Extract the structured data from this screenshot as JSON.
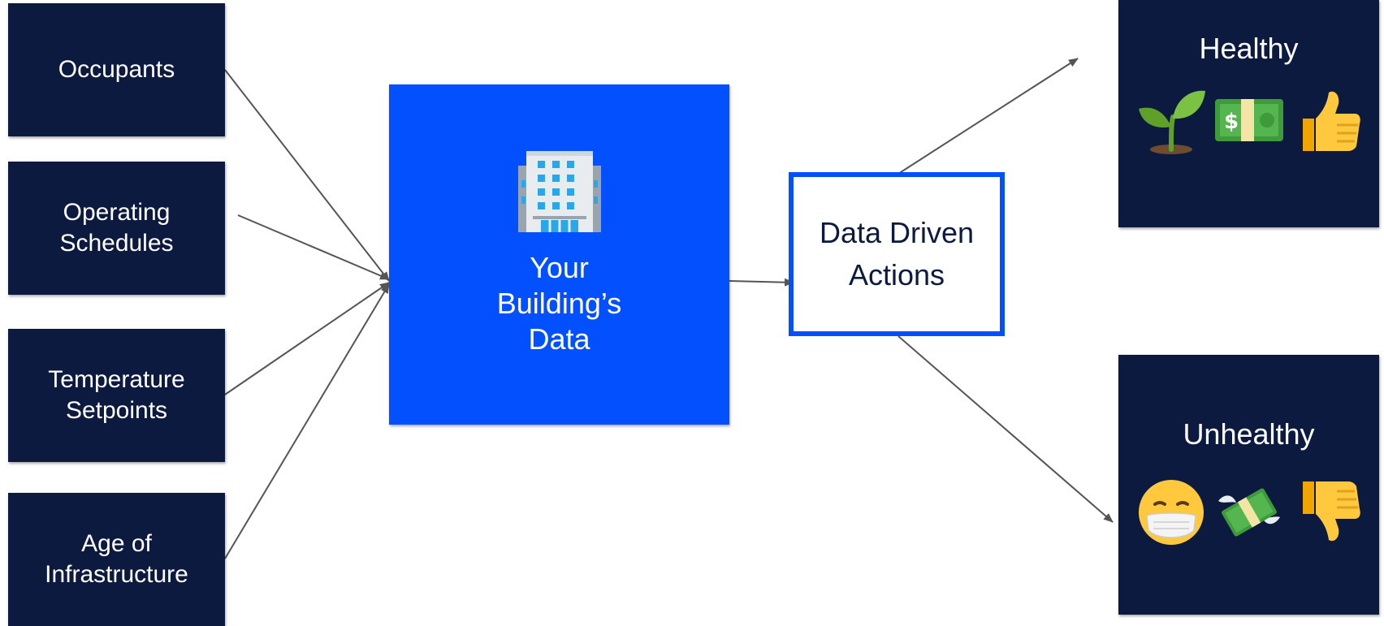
{
  "inputs": {
    "occupants": "Occupants",
    "schedules_l1": "Operating",
    "schedules_l2": "Schedules",
    "setpoints_l1": "Temperature",
    "setpoints_l2": "Setpoints",
    "age_l1": "Age of",
    "age_l2": "Infrastructure"
  },
  "center": {
    "l1": "Your",
    "l2": "Building’s",
    "l3": "Data",
    "icon": "office-building-icon"
  },
  "action": {
    "l1": "Data Driven",
    "l2": "Actions"
  },
  "outcomes": {
    "healthy": {
      "label": "Healthy",
      "icons": [
        "seedling-icon",
        "dollar-banknote-icon",
        "thumbs-up-icon"
      ]
    },
    "unhealthy": {
      "label": "Unhealthy",
      "icons": [
        "face-with-mask-icon",
        "money-with-wings-icon",
        "thumbs-down-icon"
      ]
    }
  },
  "colors": {
    "navy": "#0b1a3e",
    "blue": "#0250ff",
    "arrow": "#555555"
  }
}
